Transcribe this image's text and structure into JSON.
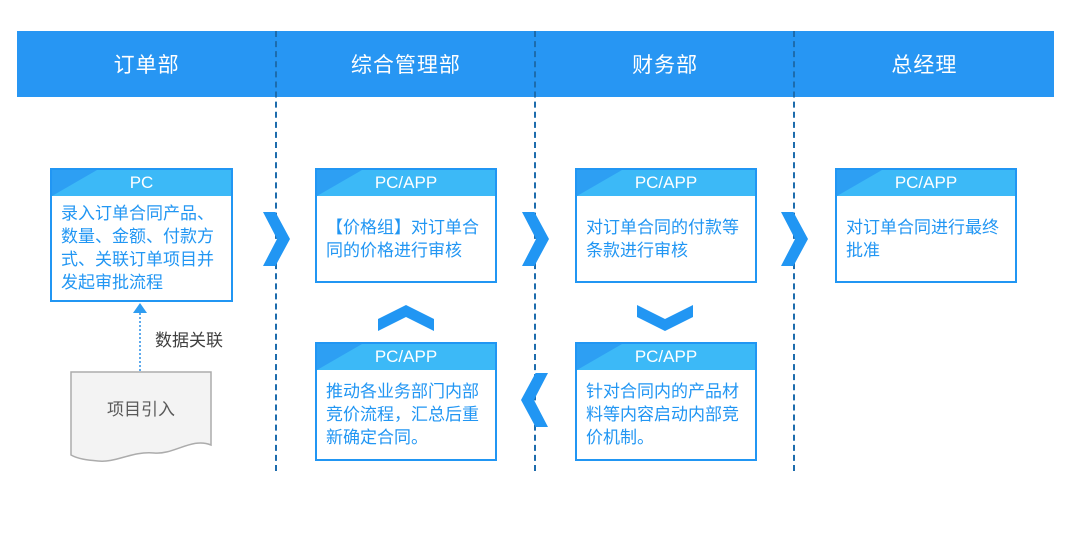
{
  "diagram_type": "swimlane-flowchart",
  "lanes": [
    {
      "title": "订单部"
    },
    {
      "title": "综合管理部"
    },
    {
      "title": "财务部"
    },
    {
      "title": "总经理"
    }
  ],
  "nodes": [
    {
      "lane": "订单部",
      "tag": "PC",
      "text": "录入订单合同产品、数量、金额、付款方式、关联订单项目并发起审批流程"
    },
    {
      "lane": "综合管理部",
      "tag": "PC/APP",
      "text": "【价格组】对订单合同的价格进行审核"
    },
    {
      "lane": "财务部",
      "tag": "PC/APP",
      "text": "对订单合同的付款等条款进行审核"
    },
    {
      "lane": "总经理",
      "tag": "PC/APP",
      "text": "对订单合同进行最终批准"
    },
    {
      "lane": "综合管理部",
      "tag": "PC/APP",
      "text": "推动各业务部门内部竞价流程，汇总后重新确定合同。"
    },
    {
      "lane": "财务部",
      "tag": "PC/APP",
      "text": "针对合同内的产品材料等内容启动内部竞价机制。"
    }
  ],
  "annotations": {
    "data_link_label": "数据关联",
    "document_label": "项目引入"
  },
  "colors": {
    "banner_blue": "#2796F3",
    "node_border_blue": "#2196F3",
    "node_header_blue": "#3CB9F7",
    "node_fold_blue": "#2D9FF3",
    "body_text_blue": "#2196F3",
    "arrow_blue": "#2196F3",
    "lane_divider_blue": "#1D6CAD",
    "dotted_link_blue": "#5FAAEC",
    "document_fill": "#F3F3F3",
    "document_border": "#ACACAC",
    "document_text": "#595959",
    "label_text": "#3F3F3F"
  }
}
